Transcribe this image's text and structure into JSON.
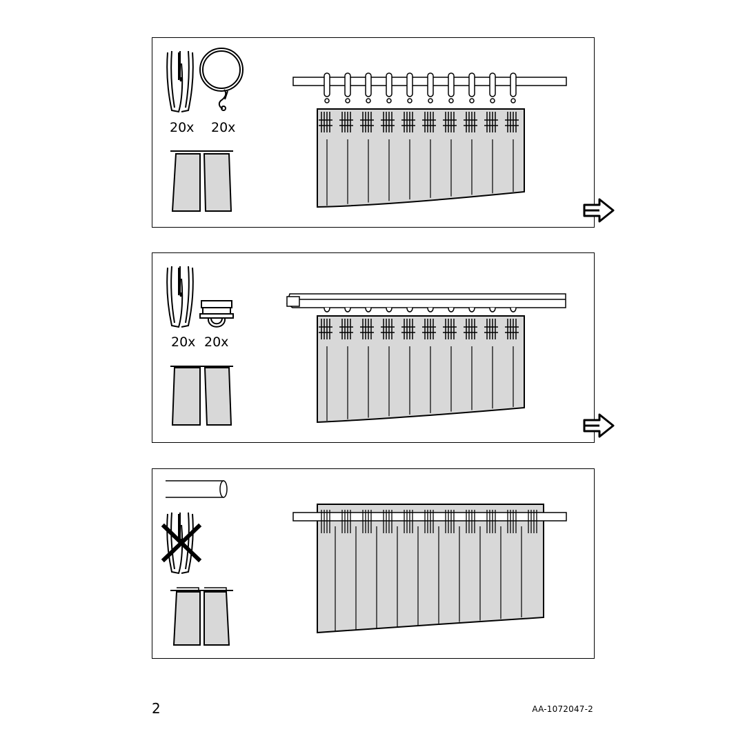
{
  "panels": [
    {
      "hook_qty": "20x",
      "fitting_qty": "20x",
      "fitting_icon": "curtain-ring-icon"
    },
    {
      "hook_qty": "20x",
      "fitting_qty": "20x",
      "fitting_icon": "rail-glider-icon"
    },
    {
      "fitting_icon": "curtain-rod-icon",
      "hook_status": "not-used"
    }
  ],
  "footer": {
    "page_number": "2",
    "document_code": "AA-1072047-2"
  }
}
